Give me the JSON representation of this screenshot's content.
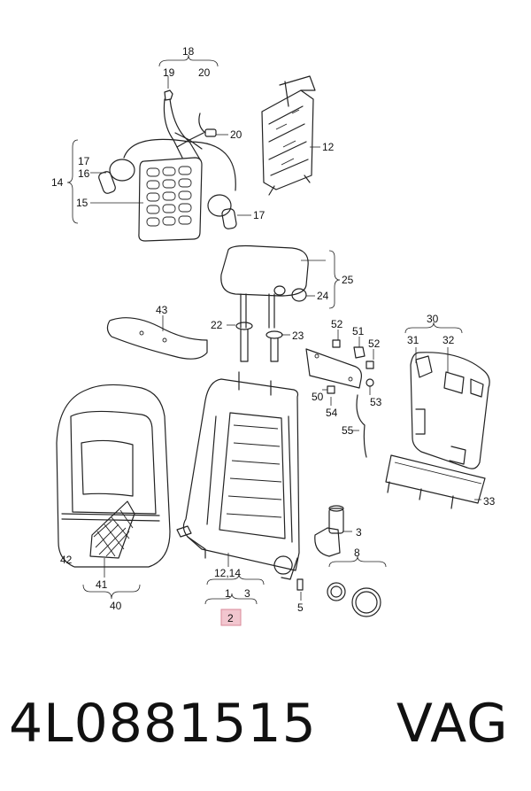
{
  "callouts": {
    "c1": "1",
    "c2": "2",
    "c3": "3",
    "c3b": "3",
    "c5": "5",
    "c8": "8",
    "c12": "12",
    "c12_14": "12,14",
    "c14": "14",
    "c15": "15",
    "c16": "16",
    "c17a": "17",
    "c17b": "17",
    "c18": "18",
    "c19": "19",
    "c20a": "20",
    "c20b": "20",
    "c22": "22",
    "c23": "23",
    "c24": "24",
    "c25": "25",
    "c30": "30",
    "c31": "31",
    "c32": "32",
    "c33": "33",
    "c40": "40",
    "c41": "41",
    "c42": "42",
    "c43": "43",
    "c50": "50",
    "c51": "51",
    "c52a": "52",
    "c52b": "52",
    "c53": "53",
    "c54": "54",
    "c55": "55"
  },
  "highlight": {
    "color": "#f2c6cf",
    "border": "#d98a9a"
  },
  "footer": {
    "part_number": "4L0881515",
    "brand": "VAG"
  }
}
